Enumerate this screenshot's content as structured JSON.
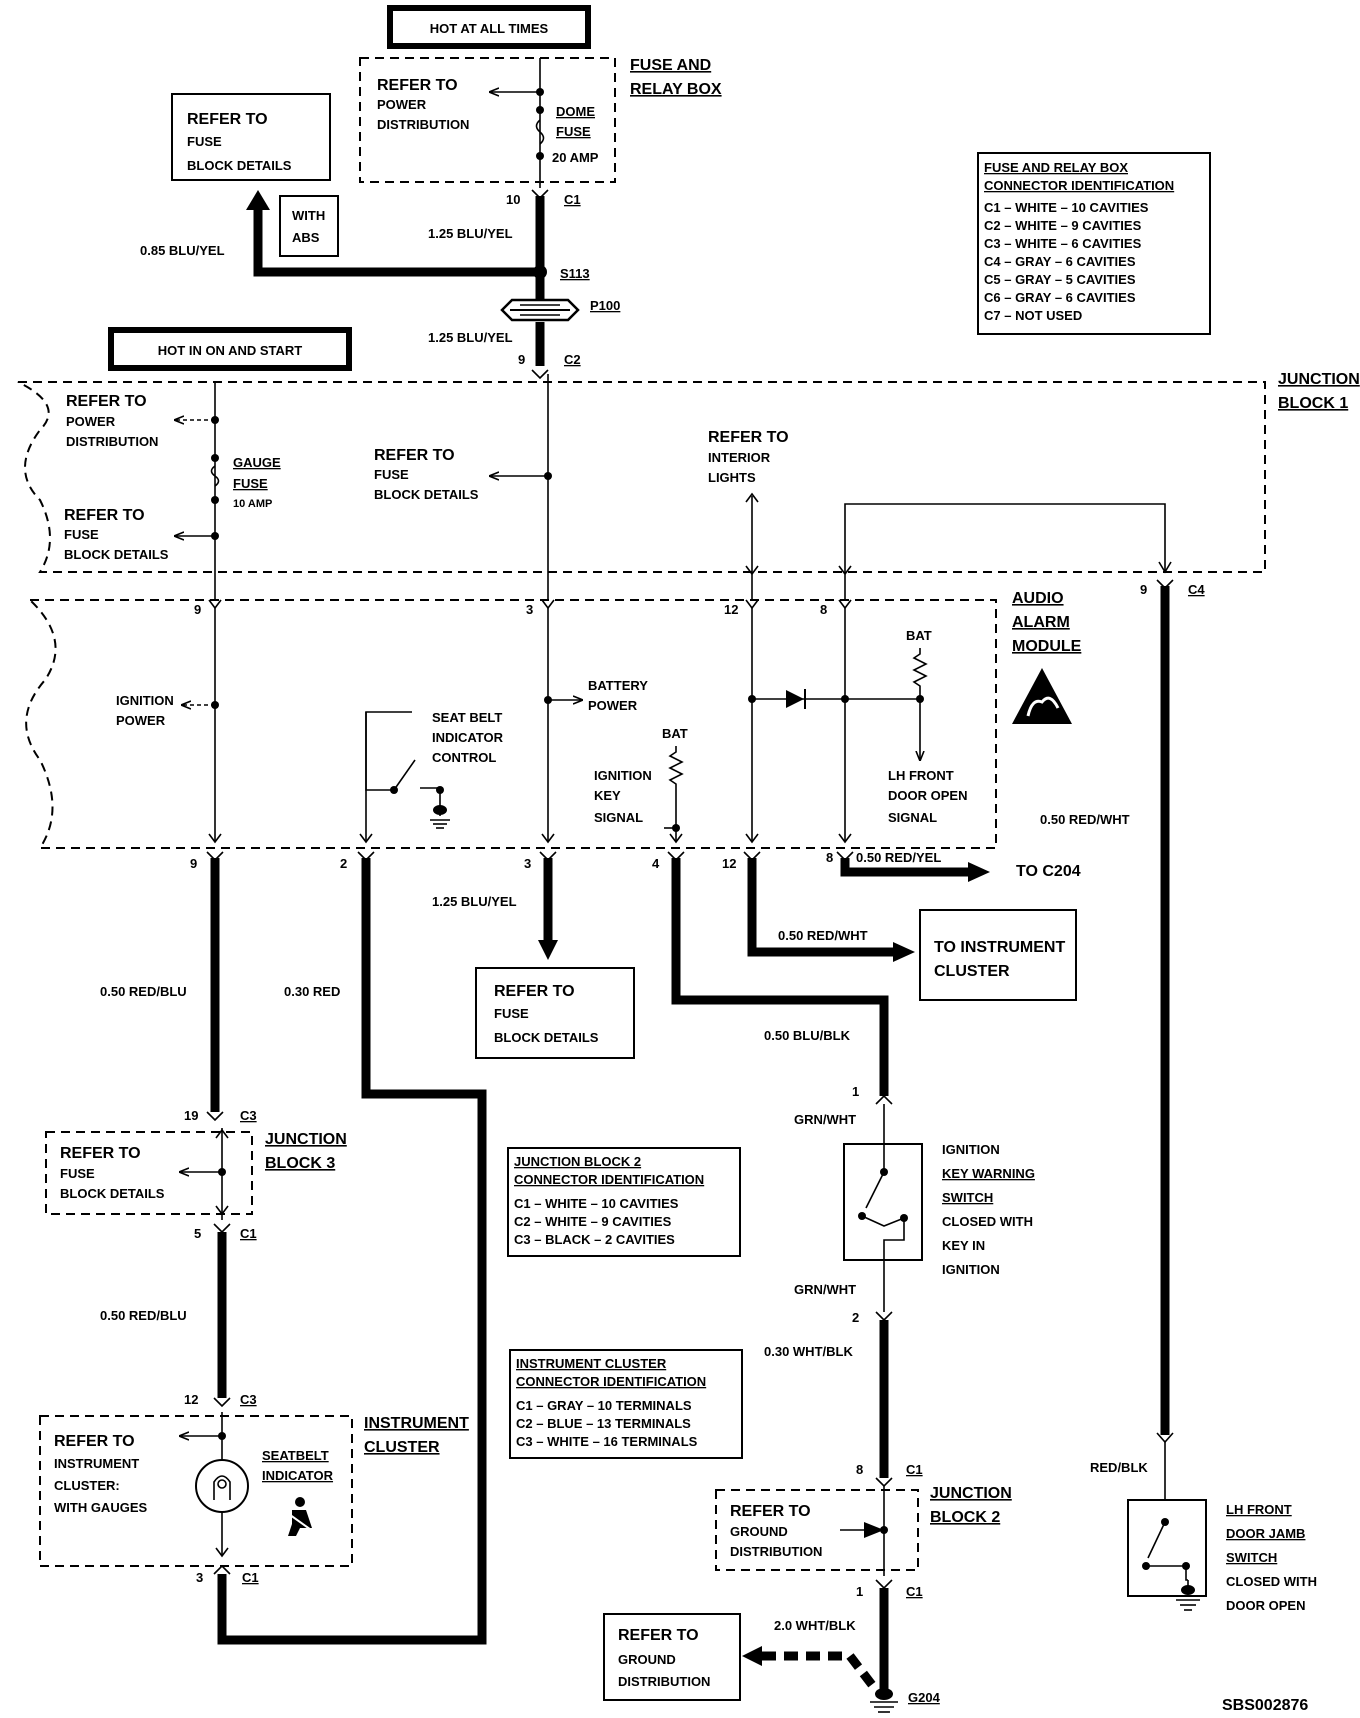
{
  "hot_all": "HOT AT ALL TIMES",
  "hot_run": "HOT IN ON AND START",
  "fuse_relay_box": [
    "FUSE AND",
    "RELAY BOX"
  ],
  "refer_power_dist_top": [
    "REFER TO",
    "POWER",
    "DISTRIBUTION"
  ],
  "dome_fuse": [
    "DOME",
    "FUSE"
  ],
  "amp20": "20 AMP",
  "refer_fuse_top": [
    "REFER TO",
    "FUSE",
    "BLOCK DETAILS"
  ],
  "with_abs": [
    "WITH",
    "ABS"
  ],
  "w085": "0.85 BLU/YEL",
  "w125a": "1.25 BLU/YEL",
  "w125b": "1.25 BLU/YEL",
  "w125c": "1.25 BLU/YEL",
  "c1_label": "C1",
  "c2_label": "C2",
  "s113": "S113",
  "p100": "P100",
  "pin10": "10",
  "pin9": "9",
  "frb_conn": {
    "title": [
      "FUSE AND RELAY BOX",
      "CONNECTOR IDENTIFICATION"
    ],
    "rows": [
      "C1 – WHITE – 10 CAVITIES",
      "C2 – WHITE – 9 CAVITIES",
      "C3 – WHITE – 6 CAVITIES",
      "C4 – GRAY – 6 CAVITIES",
      "C5 – GRAY – 5 CAVITIES",
      "C6 – GRAY – 6 CAVITIES",
      "C7 – NOT USED"
    ]
  },
  "jb1": [
    "JUNCTION",
    "BLOCK 1"
  ],
  "jb1_power": [
    "REFER TO",
    "POWER",
    "DISTRIBUTION"
  ],
  "gauge_fuse": [
    "GAUGE",
    "FUSE",
    "10 AMP"
  ],
  "jb1_fuse_left": [
    "REFER TO",
    "FUSE",
    "BLOCK DETAILS"
  ],
  "jb1_fuse_mid": [
    "REFER TO",
    "FUSE",
    "BLOCK DETAILS"
  ],
  "interior": [
    "REFER TO",
    "INTERIOR",
    "LIGHTS"
  ],
  "c4": "C4",
  "audio_alarm": [
    "AUDIO",
    "ALARM",
    "MODULE"
  ],
  "aam_pins_top": [
    "9",
    "3",
    "12",
    "8"
  ],
  "ign_power": [
    "IGNITION",
    "POWER"
  ],
  "seat_belt": [
    "SEAT BELT",
    "INDICATOR",
    "CONTROL"
  ],
  "batt_power": [
    "BATTERY",
    "POWER"
  ],
  "bat": "BAT",
  "ign_key": [
    "IGNITION",
    "KEY",
    "SIGNAL"
  ],
  "lh_door_sig": [
    "LH FRONT",
    "DOOR OPEN",
    "SIGNAL"
  ],
  "aam_pins_bottom": [
    "9",
    "2",
    "3",
    "4",
    "12",
    "8"
  ],
  "w050_redwht_right": "0.50 RED/WHT",
  "w050_redyel": "0.50 RED/YEL",
  "to_c204": "TO C204",
  "w050_redwht": "0.50 RED/WHT",
  "to_cluster": [
    "TO INSTRUMENT",
    "CLUSTER"
  ],
  "refer_fuse_mid": [
    "REFER TO",
    "FUSE",
    "BLOCK DETAILS"
  ],
  "w050_redblu_a": "0.50 RED/BLU",
  "w030_red": "0.30 RED",
  "w050_blublk": "0.50 BLU/BLK",
  "grn_wht_a": "GRN/WHT",
  "grn_wht_b": "GRN/WHT",
  "ign_key_switch": [
    "IGNITION",
    "KEY WARNING",
    "SWITCH",
    "CLOSED WITH",
    "KEY IN",
    "IGNITION"
  ],
  "jb3": [
    "JUNCTION",
    "BLOCK 3"
  ],
  "jb3_pin19": "19",
  "jb3_c3": "C3",
  "jb3_refer": [
    "REFER TO",
    "FUSE",
    "BLOCK DETAILS"
  ],
  "jb3_pin5": "5",
  "jb3_c1": "C1",
  "jb2_conn": {
    "title": [
      "JUNCTION BLOCK 2",
      "CONNECTOR IDENTIFICATION"
    ],
    "rows": [
      "C1 – WHITE – 10 CAVITIES",
      "C2 – WHITE – 9 CAVITIES",
      "C3 – BLACK – 2 CAVITIES"
    ]
  },
  "ic_conn": {
    "title": [
      "INSTRUMENT CLUSTER",
      "CONNECTOR IDENTIFICATION"
    ],
    "rows": [
      "C1 – GRAY – 10 TERMINALS",
      "C2 – BLUE – 13 TERMINALS",
      "C3 – WHITE – 16 TERMINALS"
    ]
  },
  "w050_redblu_b": "0.50 RED/BLU",
  "w030_whtblk": "0.30 WHT/BLK",
  "ic_pin12": "12",
  "ic_c3": "C3",
  "inst_cluster": [
    "INSTRUMENT",
    "CLUSTER"
  ],
  "ic_refer": [
    "REFER TO",
    "INSTRUMENT",
    "CLUSTER:",
    "WITH GAUGES"
  ],
  "seatbelt_ind": [
    "SEATBELT",
    "INDICATOR"
  ],
  "ic_pin3": "3",
  "ic_c1": "C1",
  "sw_pin1": "1",
  "sw_pin2": "2",
  "jb2_pin8": "8",
  "jb2_c1a": "C1",
  "jb2": [
    "JUNCTION",
    "BLOCK 2"
  ],
  "jb2_refer": [
    "REFER TO",
    "GROUND",
    "DISTRIBUTION"
  ],
  "jb2_pin1": "1",
  "jb2_c1b": "C1",
  "w20_whtblk": "2.0 WHT/BLK",
  "ground_dist": [
    "REFER TO",
    "GROUND",
    "DISTRIBUTION"
  ],
  "g204": "G204",
  "red_blk": "RED/BLK",
  "lh_door_sw": [
    "LH FRONT",
    "DOOR JAMB",
    "SWITCH",
    "CLOSED WITH",
    "DOOR OPEN"
  ],
  "fig_id": "SBS002876"
}
